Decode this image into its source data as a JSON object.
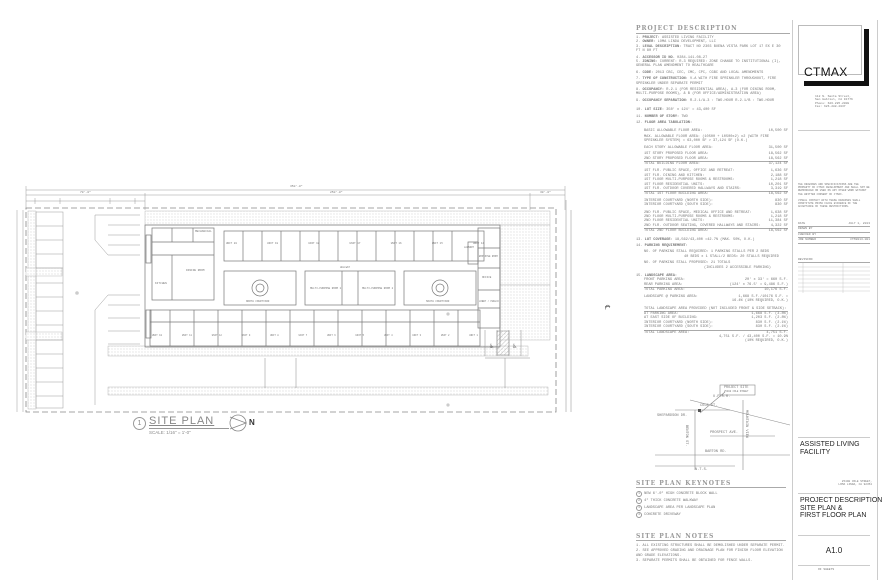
{
  "sheet": {
    "number": "A1.0",
    "sheets_label": "OF    SHEETS",
    "project_name": "ASSISTED LIVING FACILITY",
    "project_address": [
      "25490 COLE STREET,",
      "LOMA LINDA, CA 92354"
    ],
    "sheet_title": [
      "PROJECT DESCRIPTION,",
      "SITE PLAN &",
      "FIRST FLOOR PLAN"
    ]
  },
  "firm": {
    "logo_text": "CTMAX",
    "address": [
      "112 N. Santa Street,",
      "San Gabriel, CA 91776",
      "Phone: 626.285.2008",
      "Fax:    626.288.2037"
    ],
    "disclaimer": "THE DRAWINGS AND SPECIFICATIONS ARE THE PROPERTY OF CTMAX DEVELOPMENT AND SHALL NOT BE REPRODUCED OR USED ON ANY OTHER WORK WITHOUT THE WRITTEN CONSENT OF CTMAX.",
    "disclaimer2": "VISUAL CONTACT WITH THESE DRAWINGS SHALL CONSTITUTE PRIMA FACIE EVIDENCE OF THE ACCEPTANCE OF THESE RESTRICTIONS.",
    "fields": [
      {
        "label": "DATE",
        "value": "JULY 1, 2013"
      },
      {
        "label": "DRAWN BY",
        "value": ""
      },
      {
        "label": "CHECKED BY",
        "value": ""
      },
      {
        "label": "JOB NUMBER",
        "value": "CTM2013-001"
      }
    ],
    "revision_label": "REVISION"
  },
  "project_description": {
    "title": "PROJECT DESCRIPTION",
    "items": [
      {
        "n": "1.",
        "label": "PROJECT:",
        "text": "ASSISTED LIVING FACILITY"
      },
      {
        "n": "2.",
        "label": "OWNER:",
        "text": "LOMA LINDA DEVELOPMENT, LLC"
      },
      {
        "n": "3.",
        "label": "LEGAL DESCRIPTION:",
        "text": "TRACT NO 2303 BUENA VISTA PARK LOT 17 EX E 30 FT N 80 FT"
      },
      {
        "n": "4.",
        "label": "ACCESSOR ID NO.",
        "text": "0284-141-08-27"
      },
      {
        "n": "5.",
        "label": "ZONING:",
        "text": "CURRENT: R-3  REQUIRED: ZONE CHANGE TO INSTITUTIONAL (I), GENERAL PLAN AMENDMENT TO HEALTHCARE"
      },
      {
        "n": "6.",
        "label": "CODE:",
        "text": "2013 CBC, CEC, CMC, CPC, CGBC AND LOCAL AMENDMENTS"
      },
      {
        "n": "7.",
        "label": "TYPE OF CONSTRUCTION:",
        "text": "V-A WITH FIRE SPRINKLER THROUGHOUT, FIRE SPRINKLER UNDER SEPARATE PERMIT"
      },
      {
        "n": "8.",
        "label": "OCCUPANCY:",
        "text": "R-2.1 (FOR RESIDENTIAL AREA), A-3 (FOR DINING ROOM, MULTI-PURPOSE ROOMS), & B (FOR OFFICE/ADMINISTRATION AREA)"
      },
      {
        "n": "9.",
        "label": "OCCUPANCY SEPARATION:",
        "text": "R-2.1/A-3 : TWO-HOUR   R-2.1/B : TWO-HOUR"
      },
      {
        "n": "10.",
        "label": "LOT SIZE:",
        "text": "350' x 124' = 43,400 SF"
      },
      {
        "n": "11.",
        "label": "NUMBER OF STORY:",
        "text": "TWO"
      },
      {
        "n": "12.",
        "label": "FLOOR AREA TABULATION:",
        "text": ""
      }
    ],
    "floor_area": [
      {
        "label": "BASIC ALLOWABLE FLOOR AREA:",
        "value": "10,500 SF"
      },
      {
        "label": "MAX. ALLOWABLE FLOOR AREA: (10500 + 10500x2) x2 (WITH FIRE SPRINKLER SYSTEM) = 63,000 SF > 37,124 SF (O.K.)",
        "value": ""
      },
      {
        "label": "EACH STORY ALLOWABLE FLOOR AREA:",
        "value": "31,500 SF"
      },
      {
        "label": "1ST STORY PROPOSED FLOOR AREA:",
        "value": "18,562 SF"
      },
      {
        "label": "2ND STORY PROPOSED FLOOR AREA:",
        "value": "18,562 SF"
      },
      {
        "label": "TOTAL BUILDING FLOOR AREA:",
        "value": "37,124 SF"
      },
      {
        "label": "1ST FLR. PUBLIC SPACE, OFFICE AND RETREAT:",
        "value": "1,636 SF"
      },
      {
        "label": "1ST FLR. DINING AND KITCHEN:",
        "value": "2,188 SF"
      },
      {
        "label": "1ST FLOOR MULTI-PURPOSE ROOMS & RESTROOMS:",
        "value": "1,218 SF"
      },
      {
        "label": "1ST FLOOR RESIDENTIAL UNITS:",
        "value": "10,201 SF"
      },
      {
        "label": "1ST FLR. OUTDOOR COVERED HALLWAYS AND STAIRS:",
        "value": "3,319 SF"
      },
      {
        "label": "TOTAL 1ST FLOOR BUILDING AREA:",
        "value": "18,562 SF"
      },
      {
        "label": "INTERIOR COURTYARD (NORTH SIDE):",
        "value": "830 SF"
      },
      {
        "label": "INTERIOR COURTYARD (SOUTH SIDE):",
        "value": "830 SF"
      },
      {
        "label": "2ND FLR. PUBLIC SPACE, MEDICAL OFFICE AND RETREAT:",
        "value": "1,638 SF"
      },
      {
        "label": "2ND FLOOR MULTI-PURPOSE ROOMS & RESTROOMS:",
        "value": "1,218 SF"
      },
      {
        "label": "2ND FLOOR RESIDENTIAL UNITS:",
        "value": "11,384 SF"
      },
      {
        "label": "2ND FLR. OUTDOOR SEATING, COVERED HALLWAYS AND STAIRS:",
        "value": "4,322 SF"
      },
      {
        "label": "TOTAL 2ND FLOOR BUILDING AREA:",
        "value": "18,562 SF"
      }
    ],
    "lot_coverage": {
      "n": "13.",
      "label": "LOT COVERAGE:",
      "text": "18,562/43,400 =42.7% (MAX. 50%, O.K.)"
    },
    "parking": {
      "n": "14.",
      "label": "PARKING REQUIREMENT:",
      "lines": [
        "NO. OF PARKING STALL REQUIRED: 1 PARKING STALLS PER 2 BEDS",
        "40 BEDS x 1 STALL/2 BEDS= 20 STALLS REQUIRED",
        "NO. OF PARKING STALL PROPOSED: 21 TOTALS",
        "(INCLUDES 2 ACCESSIBLE PARKING)"
      ]
    },
    "landscape": {
      "n": "15.",
      "label": "LANDSCAPE AREA:",
      "rows": [
        {
          "label": "FRONT PARKING AREA:",
          "value": "20' x 33' = 660 S.F."
        },
        {
          "label": "REAR PARKING AREA:",
          "value": "(124' x 76.5' = 9,486 S.F.)"
        },
        {
          "label": "TOTAL PARKING AREA:",
          "value": "10,176 S.F."
        },
        {
          "label": "LANDSCAPE @ PARKING AREA:",
          "value": "1,668 S.F./10176 S.F. = 16.4% (10% REQUIRED, O.K.)"
        },
        {
          "label": "TOTAL LANDSCAPE AREA PROVIDED (NOT INCLUDED FRONT & SIDE SETBACK):",
          "value": ""
        },
        {
          "label": "AT PARKING AREA:",
          "value": "1,668 S.F. (3.8%)"
        },
        {
          "label": "AT EAST SIDE OF BUILDING:",
          "value": "1,203 S.F. (2.8%)"
        },
        {
          "label": "INTERIOR COURTYARD (NORTH SIDE):",
          "value": "830 S.F. (2.1%)"
        },
        {
          "label": "INTERIOR COURTYARD (SOUTH SIDE):",
          "value": "830 S.F. (2.1%)"
        },
        {
          "label": "TOTAL LANDSCAPE AREA:",
          "value": "4,751 S.F."
        },
        {
          "label": "",
          "value": "4,751 S.F. / 43,400 S.F. = 10.9%"
        },
        {
          "label": "",
          "value": "(10% REQUIRED, O.K.)"
        }
      ]
    }
  },
  "vicinity_map": {
    "project_site": "PROJECT SITE",
    "project_site_sub": "25490 COLE STREET",
    "streets": [
      "U.P.R.R.",
      "COLE ST.",
      "SHEPARDSON DR.",
      "PROSPECT AVE.",
      "BARTON RD.",
      "BENTON ST.",
      "MOUNTAIN VIEW"
    ],
    "scale": "N.T.S."
  },
  "keynotes": {
    "title": "SITE PLAN KEYNOTES",
    "items": [
      {
        "n": "1",
        "text": "NEW 6'-0\" HIGH CONCRETE BLOCK WALL"
      },
      {
        "n": "2",
        "text": "4\" THICK CONCRETE WALKWAY"
      },
      {
        "n": "3",
        "text": "LANDSCAPE AREA PER LANDSCAPE PLAN"
      },
      {
        "n": "4",
        "text": "CONCRETE DRIVEWAY"
      }
    ]
  },
  "notes": {
    "title": "SITE PLAN NOTES",
    "items": [
      {
        "n": "1.",
        "text": "ALL EXISTING STRUCTURES SHALL BE DEMOLISHED UNDER SEPARATE PERMIT."
      },
      {
        "n": "2.",
        "text": "SEE APPROVED GRADING AND DRAINAGE PLAN FOR FINISH FLOOR ELEVATION AND GRADE ELEVATIONS."
      },
      {
        "n": "3.",
        "text": "SEPARATE PERMITS SHALL BE OBTAINED FOR FENCE WALLS."
      }
    ]
  },
  "site_plan": {
    "title": "SITE PLAN",
    "number": "1",
    "scale": "SCALE: 1/16\" = 1'-0\"",
    "north": "N",
    "dims_top": [
      "350'-0\"",
      "70'-0\"",
      "250'-0\"",
      "30'-0\""
    ],
    "rooms": {
      "mechanical": "MECHANICAL",
      "dining": "DINING ROOM",
      "kitchen": "KITCHEN",
      "mp1": "MULTI-PURPOSE ROOM 1",
      "mp2": "MULTI-PURPOSE ROOM 2",
      "court_n": "NORTH COURTYARD",
      "court_s": "SOUTH COURTYARD",
      "laundry": "LAUNDRY",
      "employee": "EMPLOYEE ROOM",
      "office": "OFFICE",
      "lobby": "LOBBY / PUBLIC",
      "hallway": "HALLWAY",
      "flowerbed": "FLOWER BED",
      "bench": "BENCH"
    },
    "units_top": [
      "UNIT 20",
      "UNIT 19",
      "UNIT 18",
      "UNIT 17",
      "UNIT 16",
      "UNIT 15",
      "UNIT 14"
    ],
    "units_bottom": [
      "UNIT 10",
      "UNIT 11",
      "UNIT 12",
      "UNIT 9",
      "UNIT 8",
      "UNIT 7",
      "UNIT 6",
      "UNIT 5",
      "UNIT 4",
      "UNIT 3",
      "UNIT 2",
      "UNIT 1"
    ]
  },
  "colors": {
    "line": "#8a8a8a",
    "text": "#7a7a7a",
    "logo_bar": "#111111"
  }
}
